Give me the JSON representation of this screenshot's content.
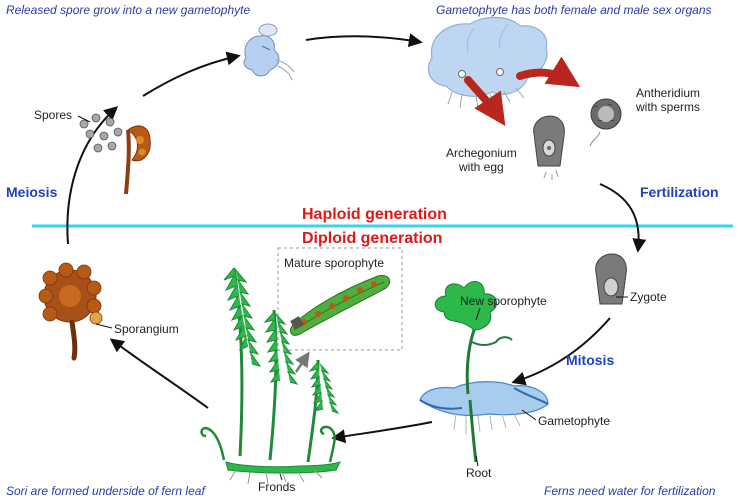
{
  "captions": {
    "top_left": "Released spore grow into a new gametophyte",
    "top_right": "Gametophyte has both female and male sex organs",
    "bottom_left": "Sori are formed underside of fern leaf",
    "bottom_right": "Ferns need water for fertilization"
  },
  "processes": {
    "meiosis": "Meiosis",
    "fertilization": "Fertilization",
    "mitosis": "Mitosis"
  },
  "generations": {
    "haploid": "Haploid generation",
    "diploid": "Diploid generation"
  },
  "labels": {
    "spores": "Spores",
    "antheridium_line1": "Antheridium",
    "antheridium_line2": "with sperms",
    "archegonium_line1": "Archegonium",
    "archegonium_line2": "with egg",
    "zygote": "Zygote",
    "mature_sporophyte": "Mature sporophyte",
    "new_sporophyte": "New sporophyte",
    "sporangium": "Sporangium",
    "gametophyte": "Gametophyte",
    "root": "Root",
    "fronds": "Fronds"
  },
  "colors": {
    "divider": "#33d6ee",
    "generation_text": "#e01818",
    "process_text": "#1f3fc4",
    "caption_text": "#2b3aa8",
    "frond_green": "#2db84a",
    "sporangium_brown": "#a8501a",
    "gametophyte_blue": "#9cc7ea"
  }
}
